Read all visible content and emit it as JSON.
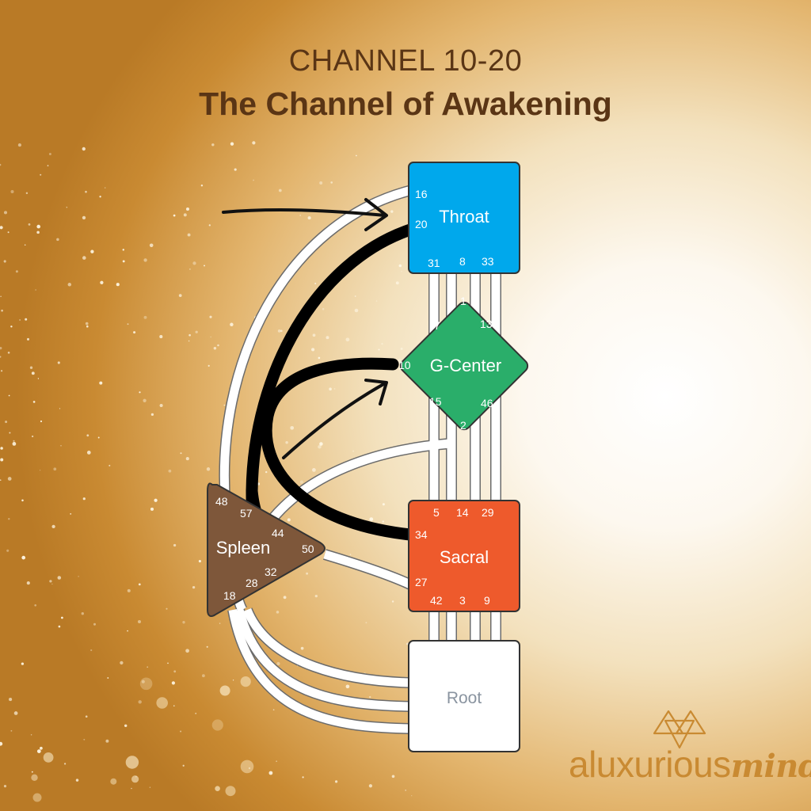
{
  "header": {
    "title": "CHANNEL 10-20",
    "subtitle": "The Channel of Awakening"
  },
  "colors": {
    "throat": "#00a8ec",
    "g_center": "#2aae6a",
    "sacral": "#ee5a2c",
    "spleen": "#7e573a",
    "root": "#ffffff",
    "channel_active": "#000000",
    "channel_inactive": "#ffffff",
    "title": "#5a3515",
    "logo": "#c98a32"
  },
  "centers": {
    "throat": {
      "name": "Throat",
      "gates": [
        "16",
        "20",
        "31",
        "8",
        "33"
      ]
    },
    "g_center": {
      "name": "G-Center",
      "gates": [
        "1",
        "7",
        "13",
        "10",
        "15",
        "46",
        "2"
      ]
    },
    "sacral": {
      "name": "Sacral",
      "gates": [
        "5",
        "14",
        "29",
        "34",
        "27",
        "42",
        "3",
        "9"
      ]
    },
    "spleen": {
      "name": "Spleen",
      "gates": [
        "48",
        "57",
        "44",
        "50",
        "32",
        "28",
        "18"
      ]
    },
    "root": {
      "name": "Root"
    }
  },
  "highlighted_channel": {
    "gates": [
      "10",
      "20"
    ]
  },
  "logo": {
    "word_regular": "aluxurious",
    "word_script": "mind",
    "icon": "triangle-logo-icon"
  }
}
